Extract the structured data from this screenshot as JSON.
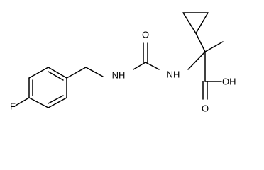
{
  "molecule": {
    "atoms": {
      "f": "F",
      "nh_left": "NH",
      "nh_right": "NH",
      "o_carbonyl_urea": "O",
      "oh": "OH",
      "o_carbonyl_acid": "O"
    }
  },
  "colors": {
    "bond": "#000000",
    "label": "#000000",
    "background": "#ffffff"
  }
}
